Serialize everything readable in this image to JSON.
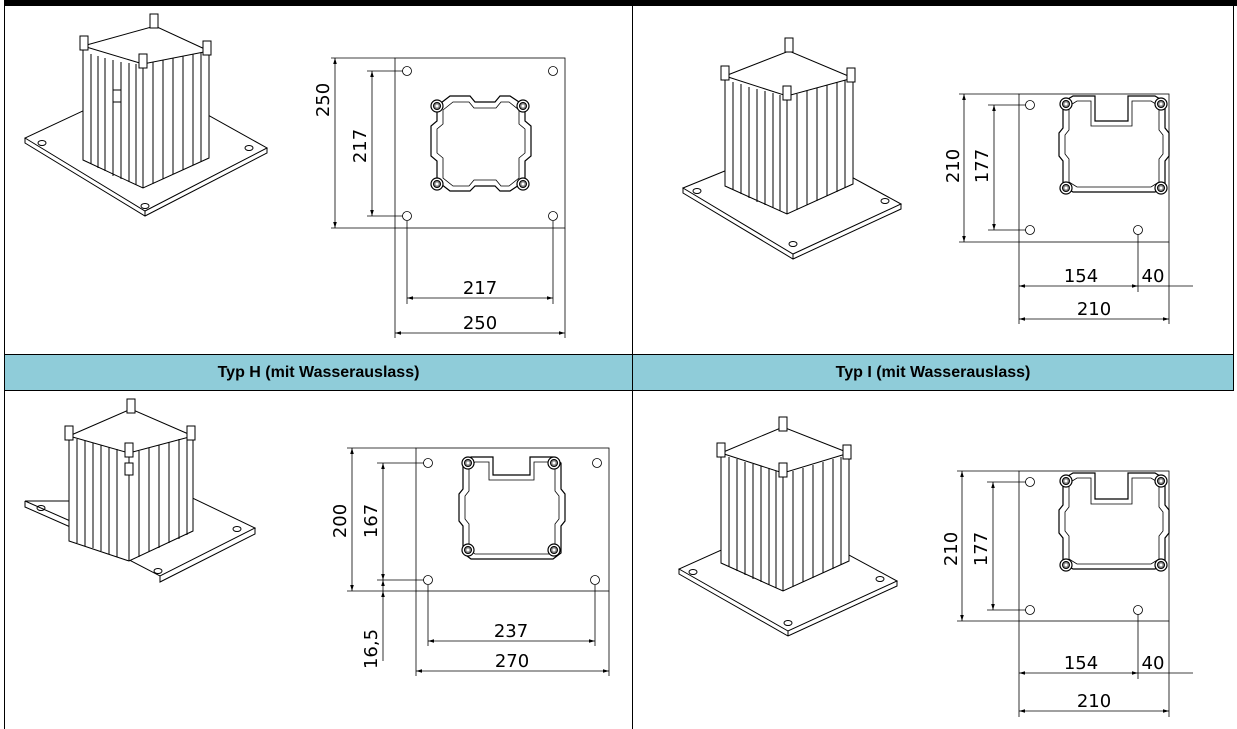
{
  "headers": {
    "left": "Typ H (mit Wasserauslass)",
    "right": "Typ I (mit Wasserauslass)"
  },
  "drawings": {
    "top_left": {
      "height_outer": "250",
      "height_inner": "217",
      "width_inner": "217",
      "width_outer": "250"
    },
    "top_right": {
      "height_outer": "210",
      "height_inner": "177",
      "width_inner": "154",
      "width_offset": "40",
      "width_outer": "210"
    },
    "bottom_left": {
      "height_outer": "200",
      "height_inner": "167",
      "offset": "16,5",
      "width_inner": "237",
      "width_outer": "270"
    },
    "bottom_right": {
      "height_outer": "210",
      "height_inner": "177",
      "width_inner": "154",
      "width_offset": "40",
      "width_outer": "210"
    }
  },
  "colors": {
    "header_band": "#8fccd9",
    "lines": "#000000"
  }
}
